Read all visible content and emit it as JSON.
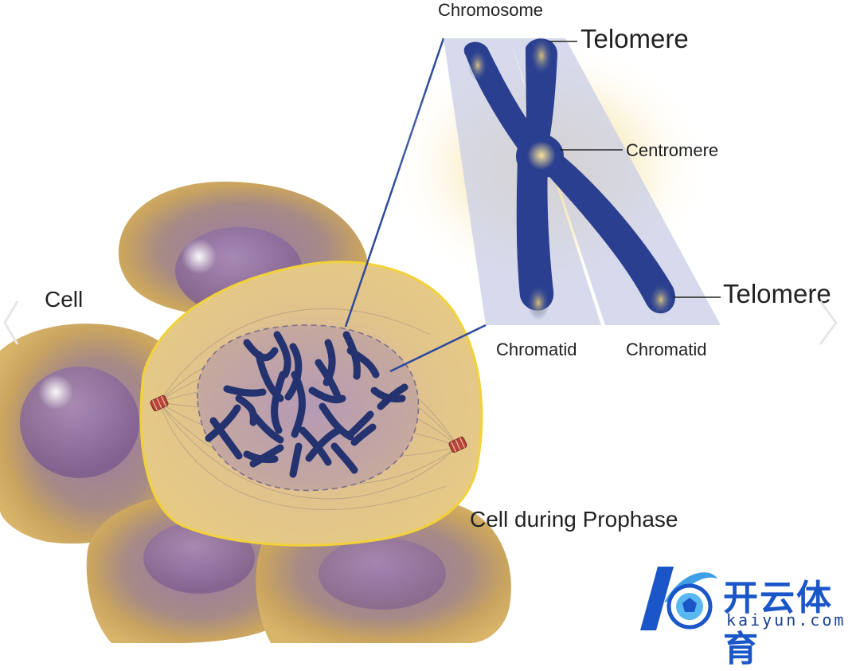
{
  "labels": {
    "chromosome": "Chromosome",
    "telomere_top": "Telomere",
    "centromere": "Centromere",
    "telomere_bottom": "Telomere",
    "chromatid_left": "Chromatid",
    "chromatid_right": "Chromatid",
    "cell": "Cell",
    "cell_prophase": "Cell during Prophase"
  },
  "logo": {
    "chinese": "开云体育",
    "latin": "kaiyun.com"
  },
  "colors": {
    "chromosome_blue": "#2a3f8f",
    "cell_tan": "#e2c07a",
    "cell_purple": "#8a6a9a",
    "membrane_yellow": "#f2d23a",
    "label_text": "#222222",
    "logo_blue": "#1a56c8"
  }
}
